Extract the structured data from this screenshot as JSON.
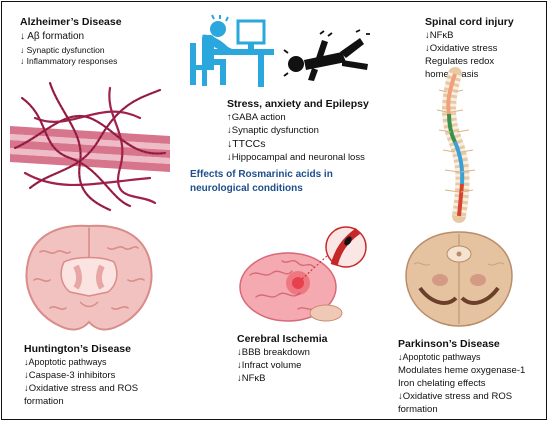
{
  "center": {
    "line1": "Effects of Rosmarinic acids in",
    "line2": "neurological conditions"
  },
  "alzheimers": {
    "title": "Alzheimer’s Disease",
    "items": [
      "↓ Aβ formation",
      "↓ Synaptic dysfunction",
      "↓ Inflammatory responses"
    ]
  },
  "stress": {
    "title": "Stress, anxiety and Epilepsy",
    "items": [
      "↑GABA action",
      "↓Synaptic dysfunction",
      "↓TTCCs",
      "↓Hippocampal and neuronal loss"
    ]
  },
  "spinal": {
    "title": "Spinal cord injury",
    "items": [
      "↓NFκB",
      "↓Oxidative stress",
      "Regulates redox",
      "homeostasis"
    ]
  },
  "huntington": {
    "title": "Huntington’s Disease",
    "items": [
      "↓Apoptotic pathways",
      "↓Caspase-3 inhibitors",
      "↓Oxidative stress and ROS",
      "formation"
    ]
  },
  "ischemia": {
    "title": "Cerebral Ischemia",
    "items": [
      "↓BBB breakdown",
      "↓Infract volume",
      "↓NFκB"
    ]
  },
  "parkinson": {
    "title": "Parkinson’s Disease",
    "items": [
      "↓Apoptotic pathways",
      "Modulates heme oxygenase-1",
      "Iron chelating effects",
      "↓Oxidative stress and ROS",
      "formation"
    ]
  },
  "colors": {
    "title_blue": "#1f4e8c",
    "desk_blue": "#2aa7dc",
    "fibril": "#a0224a",
    "brain_pink": "#f1c2bf",
    "brain_line": "#d98c89"
  }
}
